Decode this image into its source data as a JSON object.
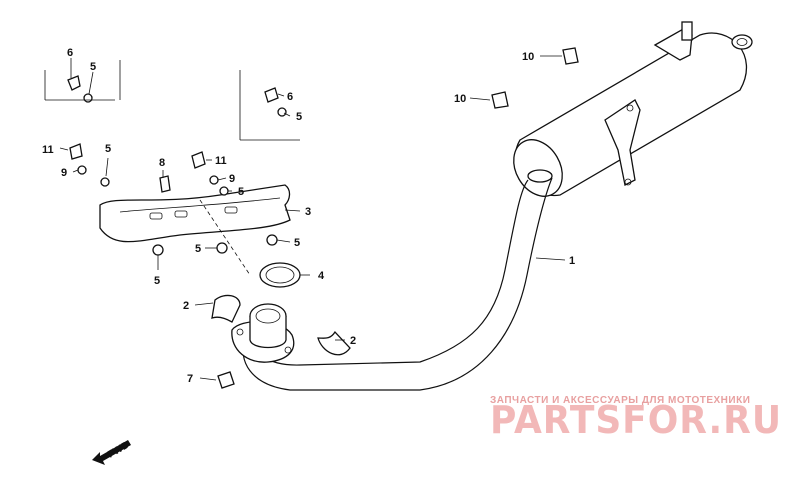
{
  "callouts": {
    "p1": "1",
    "p2a": "2",
    "p2b": "2",
    "p3": "3",
    "p4": "4",
    "p5a": "5",
    "p5b": "5",
    "p5c": "5",
    "p5d": "5",
    "p5e": "5",
    "p5f": "5",
    "p5g": "5",
    "p6a": "6",
    "p6b": "6",
    "p7": "7",
    "p8": "8",
    "p9a": "9",
    "p9b": "9",
    "p10a": "10",
    "p10b": "10",
    "p11a": "11",
    "p11b": "11"
  },
  "direction_marker": "FWD",
  "watermark": {
    "subtitle": "ЗАПЧАСТИ И АКСЕССУАРЫ ДЛЯ МОТОТЕХНИКИ",
    "logo": "PARTSFOR.RU",
    "color": "#e89a9a"
  }
}
